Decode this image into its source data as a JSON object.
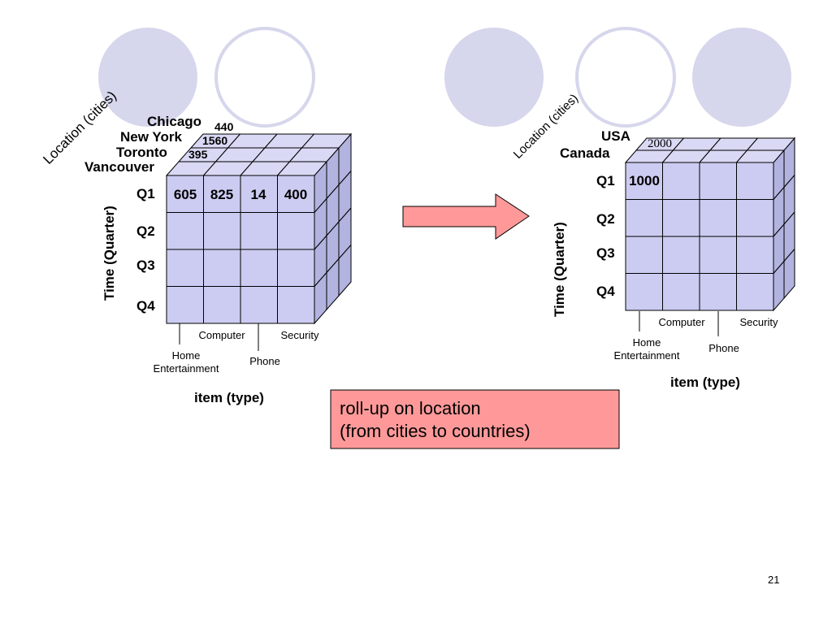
{
  "colors": {
    "cube_face": "#ccccf2",
    "cube_top": "#d9d9f5",
    "cube_side": "#b3b3e0",
    "circle_fill": "#d6d6ec",
    "circle_stroke": "#d6d6ec",
    "arrow_fill": "#ff9999",
    "callout_fill": "#ff9999"
  },
  "left_cube": {
    "location_axis_label": "Location (cities)",
    "time_axis_label": "Time (Quarter)",
    "item_axis_label": "item (type)",
    "cities": [
      "Chicago",
      "New York",
      "Toronto",
      "Vancouver"
    ],
    "city_values": [
      "440",
      "1560",
      "395"
    ],
    "quarters": [
      "Q1",
      "Q2",
      "Q3",
      "Q4"
    ],
    "q1_values": [
      "605",
      "825",
      "14",
      "400"
    ],
    "item_labels": [
      "Computer",
      "Security",
      "Home Entertainment",
      "Phone"
    ]
  },
  "right_cube": {
    "location_axis_label": "Location (cities)",
    "time_axis_label": "Time (Quarter)",
    "item_axis_label": "item (type)",
    "countries": [
      "USA",
      "Canada"
    ],
    "country_value": "2000",
    "quarters": [
      "Q1",
      "Q2",
      "Q3",
      "Q4"
    ],
    "q1_value": "1000",
    "item_labels": [
      "Computer",
      "Security",
      "Home Entertainment",
      "Phone"
    ]
  },
  "callout": {
    "line1": "roll-up on location",
    "line2": "(from cities to countries)"
  },
  "page_number": "21"
}
